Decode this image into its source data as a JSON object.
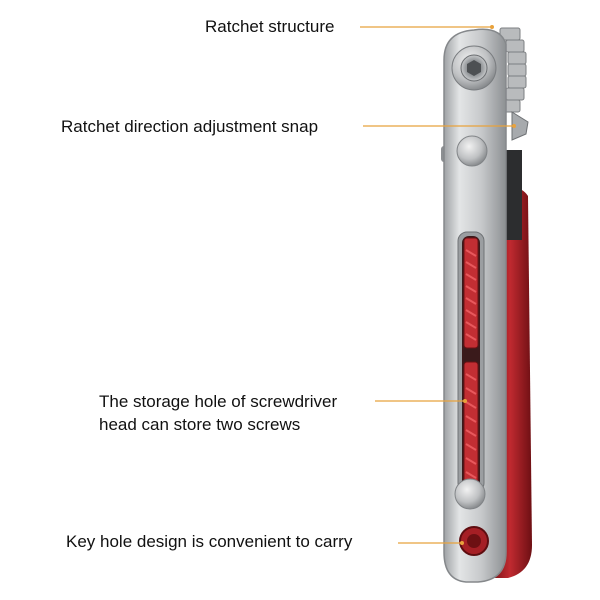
{
  "callouts": {
    "ratchet_structure": "Ratchet structure",
    "direction_snap": "Ratchet direction adjustment snap",
    "storage_hole_line1": "The storage hole of screwdriver",
    "storage_hole_line2": "head can store two screws",
    "key_hole": "Key hole design is convenient to carry"
  },
  "colors": {
    "leader_line": "#e8a23c",
    "handle_red": "#b3242a",
    "body_silver": "#c9cbcd"
  }
}
